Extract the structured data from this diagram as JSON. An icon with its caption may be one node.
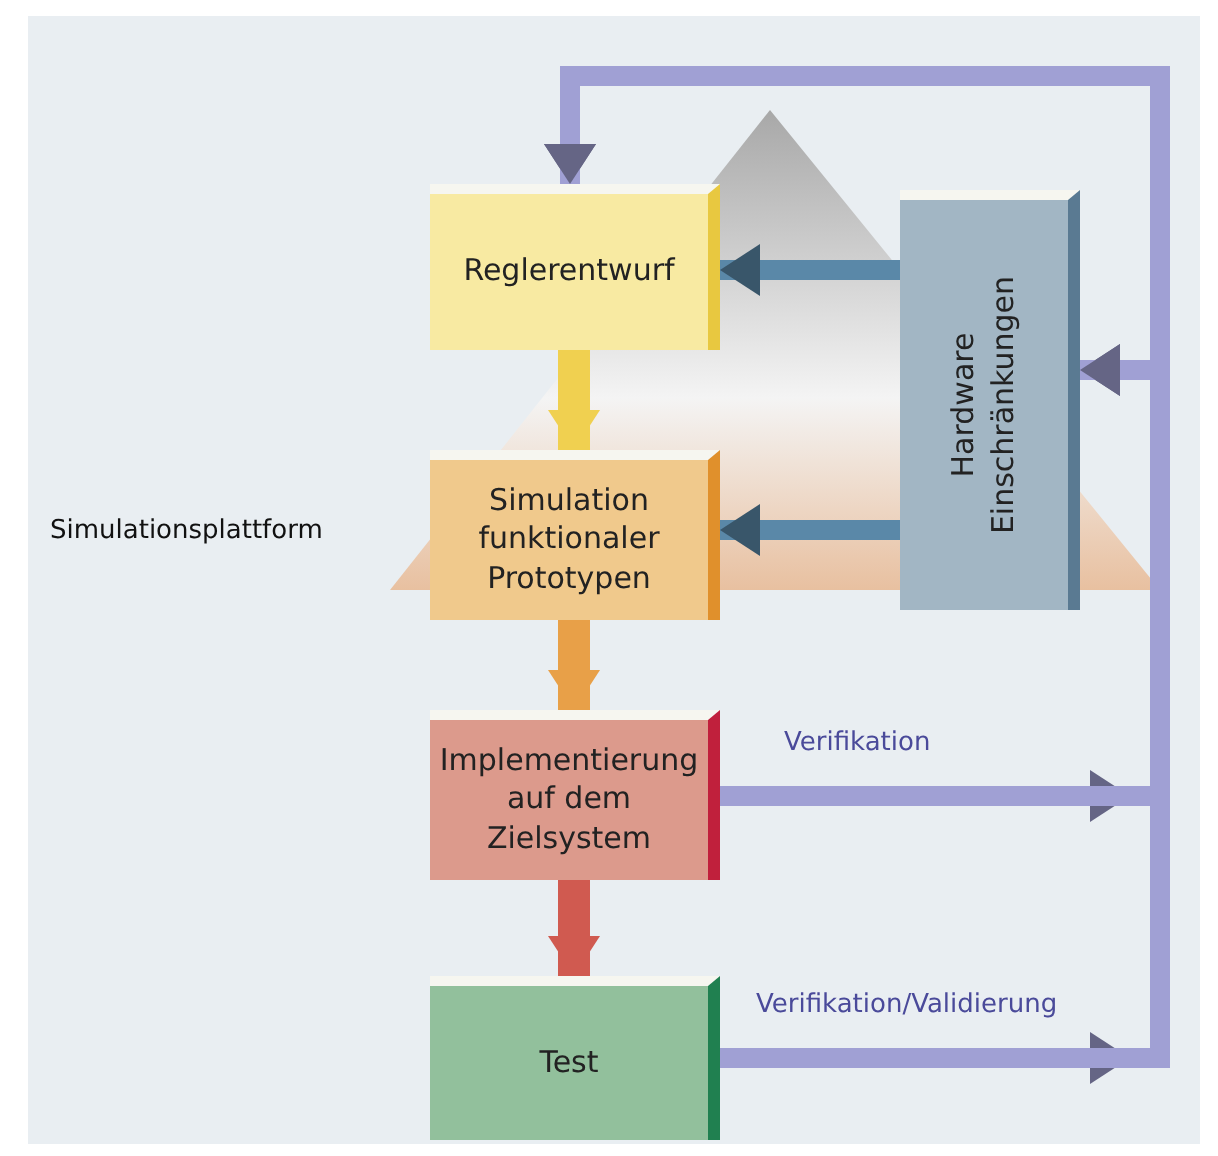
{
  "diagram": {
    "nodes": [
      {
        "text": [
          "Reglerentwurf"
        ]
      },
      {
        "text": [
          "Simulation funktionaler Prototypen"
        ]
      },
      {
        "text": [
          "Implementierung auf dem Zielsystem"
        ]
      },
      {
        "text": [
          "Test"
        ]
      },
      {
        "text": [
          "Hardware Einschränkungen"
        ]
      }
    ],
    "edges": [
      {
        "from": 0,
        "to": 1,
        "arrow": "to",
        "color": "#f0d050"
      },
      {
        "from": 1,
        "to": 2,
        "arrow": "to",
        "color": "#e8a048"
      },
      {
        "from": 2,
        "to": 3,
        "arrow": "to",
        "color": "#d05a50"
      },
      {
        "from": 4,
        "to": 0,
        "arrow": "to",
        "color": "#5a88a8"
      },
      {
        "from": 4,
        "to": 1,
        "arrow": "to",
        "color": "#5a88a8"
      },
      {
        "from": 2,
        "to": 4,
        "arrow": "to",
        "label": "Verifikation",
        "color": "#a0a0d4"
      },
      {
        "from": 2,
        "to": 0,
        "arrow": "to",
        "color": "#a0a0d4"
      },
      {
        "from": 3,
        "to": 4,
        "arrow": "to",
        "label": "Verifikation/Validierung",
        "color": "#a0a0d4"
      },
      {
        "from": 3,
        "to": 0,
        "arrow": "to",
        "color": "#a0a0d4"
      }
    ],
    "labels": [
      "Simulationsplattform"
    ]
  }
}
